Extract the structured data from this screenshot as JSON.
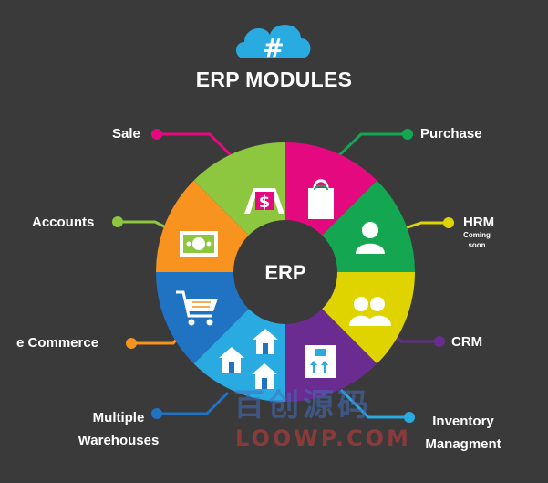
{
  "header": {
    "logo_icon": "cloud-hash-icon",
    "title": "ERP MODULES"
  },
  "center": {
    "label": "ERP"
  },
  "modules": [
    {
      "key": "sale",
      "label": "Sale",
      "color": "#e5097f",
      "icon": "price-sign-icon"
    },
    {
      "key": "purchase",
      "label": "Purchase",
      "color": "#14a651",
      "icon": "shopping-bag-icon"
    },
    {
      "key": "hrm",
      "label": "HRM",
      "note": "Coming soon",
      "color": "#e0d400",
      "icon": "user-icon"
    },
    {
      "key": "crm",
      "label": "CRM",
      "color": "#6a2c91",
      "icon": "users-icon"
    },
    {
      "key": "inventory",
      "label": "Inventory Managment",
      "color": "#29aae1",
      "icon": "box-icon"
    },
    {
      "key": "warehouses",
      "label": "Multiple Warehouses",
      "color": "#1f73c2",
      "icon": "house-icon"
    },
    {
      "key": "ecommerce",
      "label": "e Commerce",
      "color": "#f7931e",
      "icon": "cart-icon"
    },
    {
      "key": "accounts",
      "label": "Accounts",
      "color": "#8dc63f",
      "icon": "money-icon"
    }
  ],
  "watermark": {
    "text_cn": "百创源码",
    "text_en": "LOOWP.COM"
  }
}
